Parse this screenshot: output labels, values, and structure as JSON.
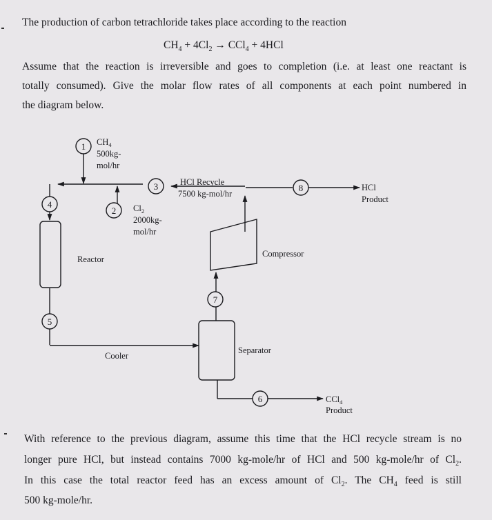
{
  "question1": {
    "intro": "The production of carbon tetrachloride takes place according to the reaction",
    "reaction": {
      "lhs1": "CH",
      "lhs1_sub": "4",
      "plus1": " + 4Cl",
      "lhs2_sub": "2",
      "arrow": " → ",
      "rhs1": "CCl",
      "rhs1_sub": "4",
      "rhs2": " + 4HCl"
    },
    "line1": "Assume that the reaction is irreversible and goes to completion (i.e. at least one reactant is",
    "line2": "totally consumed).  Give the molar flow rates of all components at each point numbered in",
    "line3": "the diagram below."
  },
  "diagram": {
    "stream1": {
      "number": "1",
      "species": "CH",
      "species_sub": "4",
      "amount": "500kg-",
      "unit": "mol/hr"
    },
    "stream2": {
      "number": "2",
      "species": "Cl",
      "species_sub": "2",
      "amount": "2000kg-",
      "unit": "mol/hr"
    },
    "stream3": {
      "number": "3"
    },
    "recycle": {
      "label": "HCl Recycle",
      "flow": "7500 kg-mol/hr"
    },
    "stream4": {
      "number": "4"
    },
    "stream5": {
      "number": "5"
    },
    "stream6": {
      "number": "6"
    },
    "stream7": {
      "number": "7"
    },
    "stream8": {
      "number": "8"
    },
    "hcl_product": {
      "line1": "HCl",
      "line2": "Product"
    },
    "ccl4_product": {
      "line1": "CCl",
      "line1_sub": "4",
      "line2": "Product"
    },
    "reactor": "Reactor",
    "cooler": "Cooler",
    "compressor": "Compressor",
    "separator": "Separator"
  },
  "question2": {
    "line1": "With reference to the previous diagram, assume this time that the HCl recycle stream is no",
    "line2a": "longer pure HCl, but instead contains 7000 kg-mole/hr of HCl and 500 kg-mole/hr of Cl",
    "line2_sub": "2",
    "line2b": ".",
    "line3a": "In this case the total reactor feed has an excess amount of Cl",
    "line3_sub": "2",
    "line3b": ".  The CH",
    "line3_sub2": "4",
    "line3c": " feed is still",
    "line4": "500 kg-mole/hr."
  }
}
